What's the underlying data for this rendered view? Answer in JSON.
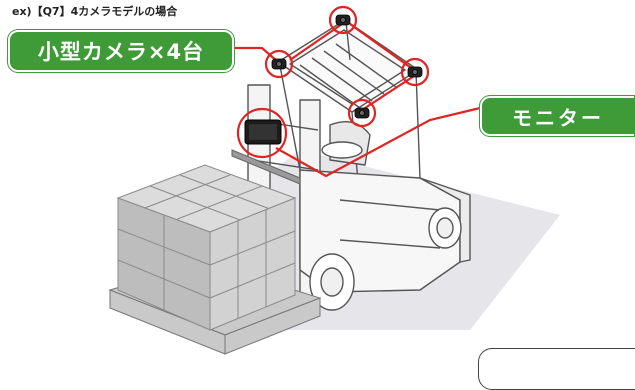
{
  "caption": "ex)【Q7】4カメラモデルの場合",
  "cameras_label": "小型カメラ×4台",
  "monitor_label": "モニター",
  "colors": {
    "accent_green": "#3f9b37",
    "highlight_red": "#e02424",
    "floor_shadow": "#e3e3e8",
    "box_gray": "#cfcfcf"
  }
}
